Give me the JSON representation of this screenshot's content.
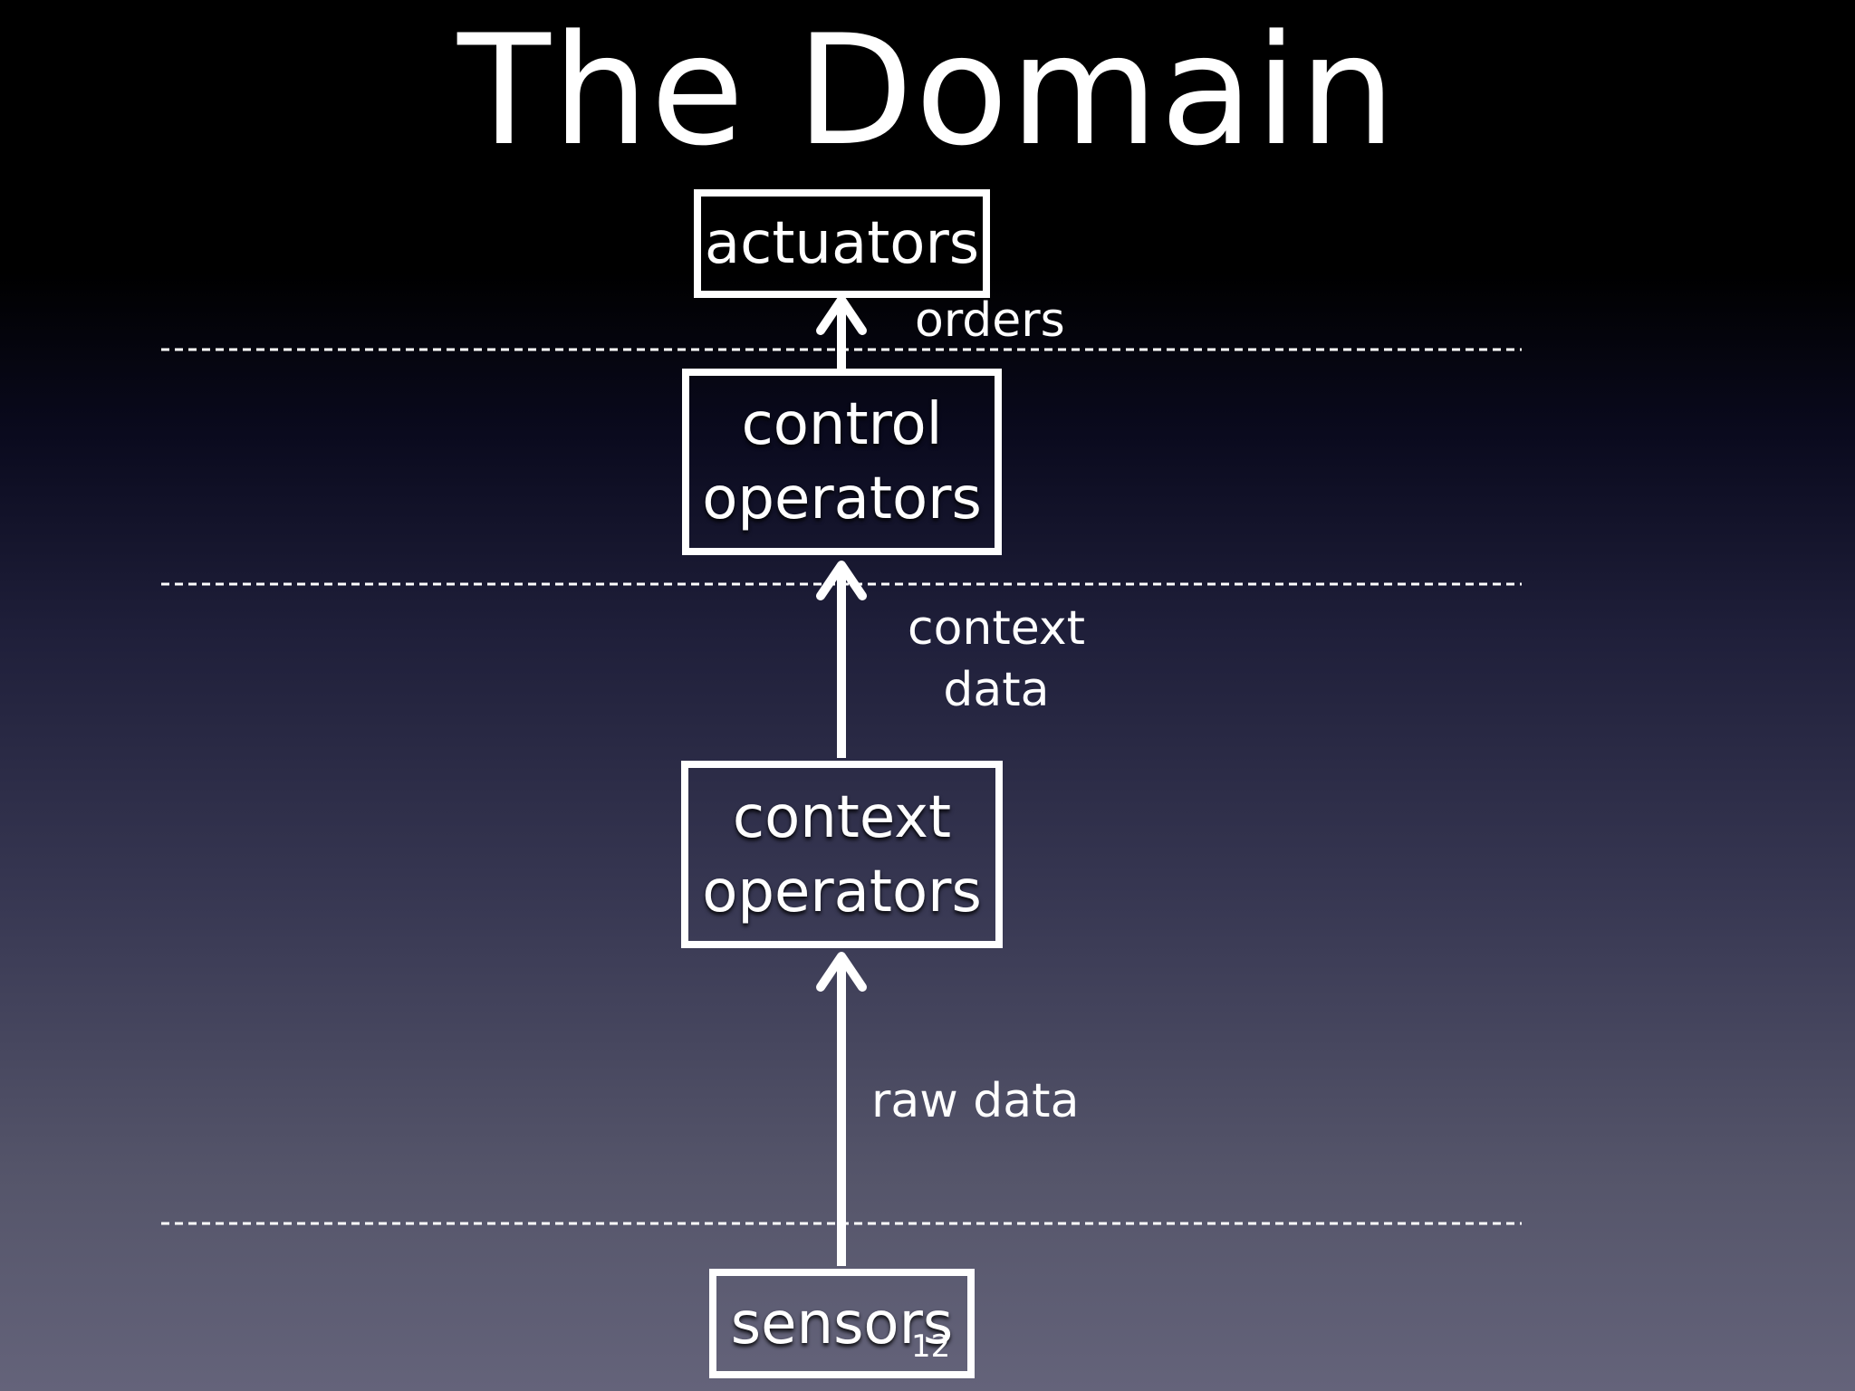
{
  "slide": {
    "title": "The Domain",
    "page_number": "12"
  },
  "nodes": {
    "actuators": "actuators",
    "control_line1": "control",
    "control_line2": "operators",
    "context_line1": "context",
    "context_line2": "operators",
    "sensors": "sensors"
  },
  "edge_labels": {
    "orders": "orders",
    "context_data_line1": "context",
    "context_data_line2": "data",
    "raw_data": "raw data"
  },
  "colors": {
    "foreground": "#ffffff",
    "background_top": "#000000",
    "background_bottom": "#64637a"
  }
}
